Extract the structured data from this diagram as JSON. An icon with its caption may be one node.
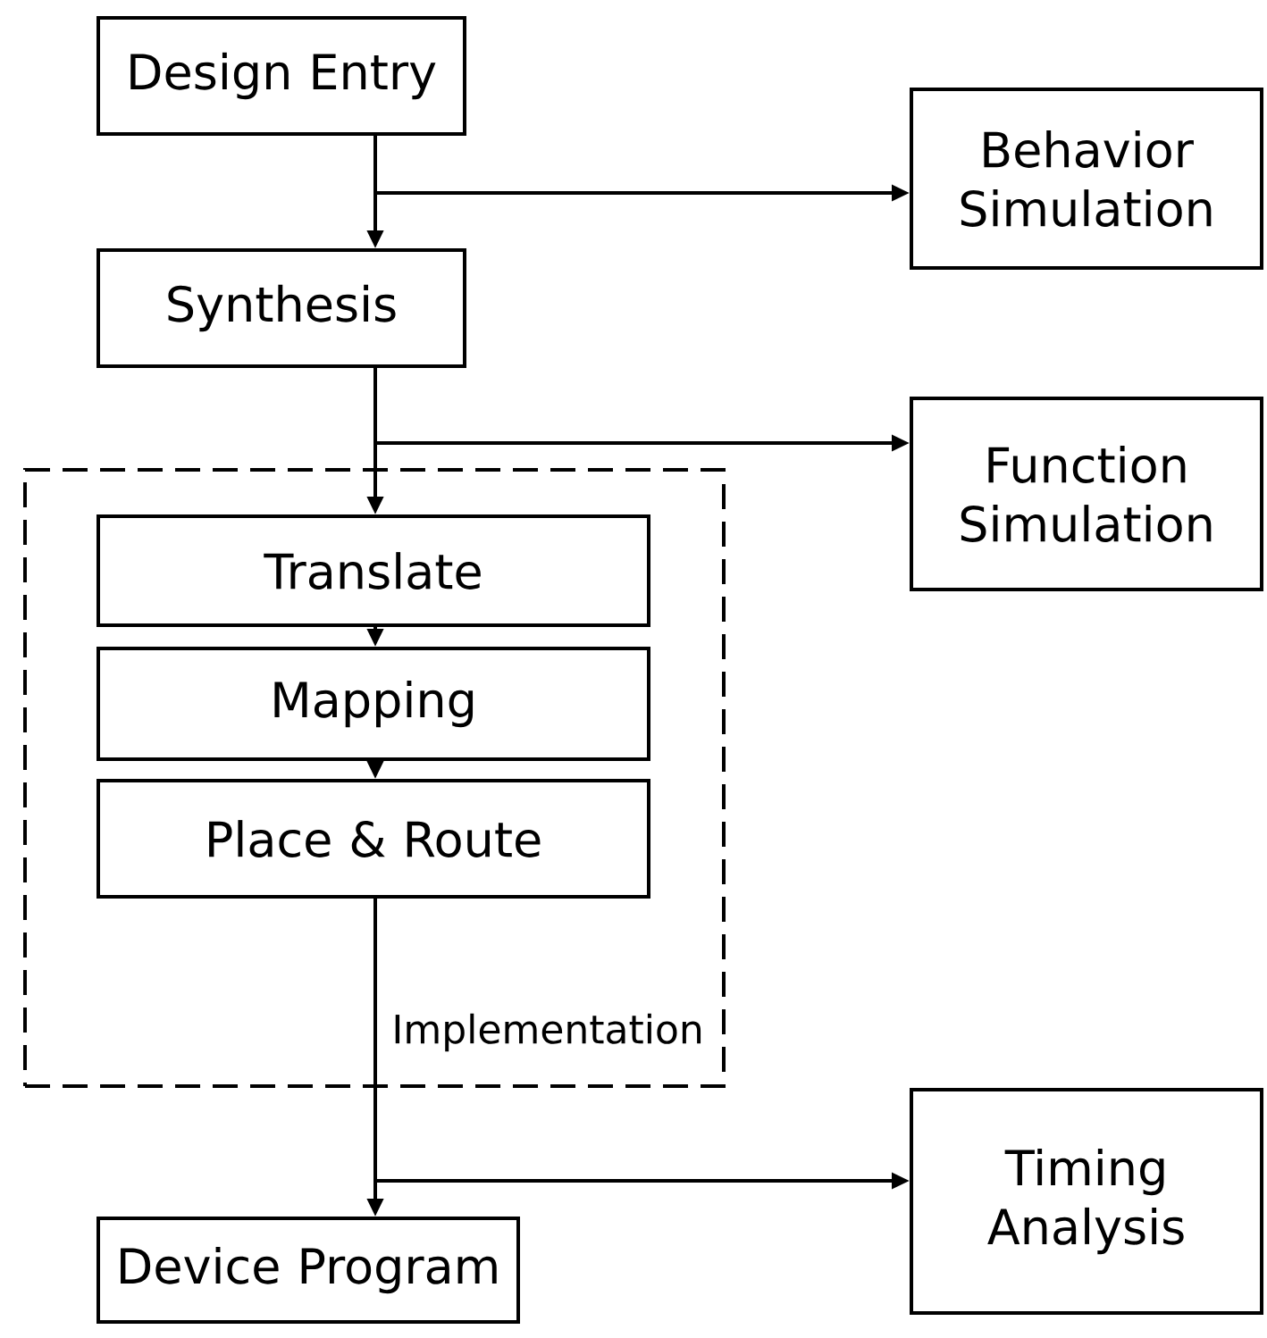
{
  "diagram": {
    "nodes": [
      {
        "text": [
          "Design Entry"
        ]
      },
      {
        "text": [
          "Synthesis"
        ]
      },
      {
        "text": [
          "Implementation"
        ]
      },
      {
        "text": [
          "Translate"
        ],
        "in": 2
      },
      {
        "text": [
          "Mapping"
        ],
        "in": 2
      },
      {
        "text": [
          "Place & Route"
        ],
        "in": 2
      },
      {
        "text": [
          "Device Program"
        ]
      },
      {
        "text": [
          "Behavior Simulation"
        ]
      },
      {
        "text": [
          "Function Simulation"
        ]
      },
      {
        "text": [
          "Timing Analysis"
        ]
      }
    ],
    "edges": [
      {
        "from": 0,
        "to": 1,
        "arrow": "to"
      },
      {
        "from": 0,
        "to": 7,
        "arrow": "to"
      },
      {
        "from": 1,
        "to": 3,
        "arrow": "to"
      },
      {
        "from": 1,
        "to": 8,
        "arrow": "to"
      },
      {
        "from": 3,
        "to": 4,
        "arrow": "to"
      },
      {
        "from": 4,
        "to": 5,
        "arrow": "to"
      },
      {
        "from": 5,
        "to": 6,
        "arrow": "to"
      },
      {
        "from": 5,
        "to": 9,
        "arrow": "to"
      }
    ]
  }
}
